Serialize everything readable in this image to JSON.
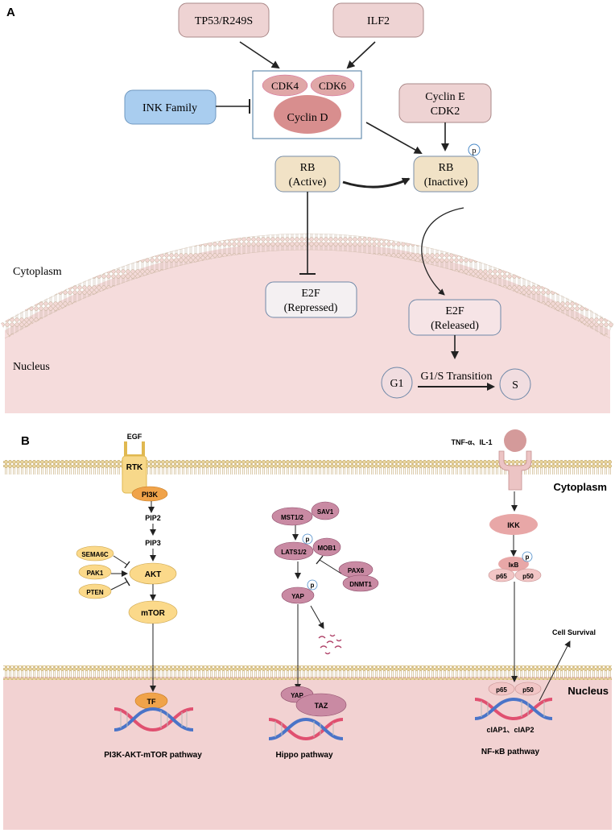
{
  "panel_a": {
    "label": "A",
    "tp53": "TP53/R249S",
    "ilf2": "ILF2",
    "cdk4": "CDK4",
    "cdk6": "CDK6",
    "cyclin_d": "Cyclin D",
    "ink": "INK Family",
    "cyclin_e_1": "Cyclin E",
    "cyclin_e_2": "CDK2",
    "p": "p",
    "rb_active_1": "RB",
    "rb_active_2": "(Active)",
    "rb_inactive_1": "RB",
    "rb_inactive_2": "(Inactive)",
    "cytoplasm": "Cytoplasm",
    "nucleus": "Nucleus",
    "e2f_rep_1": "E2F",
    "e2f_rep_2": "(Repressed)",
    "e2f_rel_1": "E2F",
    "e2f_rel_2": "(Released)",
    "g1": "G1",
    "transition": "G1/S Transition",
    "s": "S"
  },
  "panel_b": {
    "label": "B",
    "egf": "EGF",
    "rtk": "RTK",
    "pi3k": "PI3K",
    "pip2": "PIP2",
    "pip3": "PIP3",
    "sema6c": "SEMA6C",
    "pak1": "PAK1",
    "pten": "PTEN",
    "akt": "AKT",
    "mtor": "mTOR",
    "tf": "TF",
    "pi3k_pathway": "PI3K-AKT-mTOR pathway",
    "mst": "MST1/2",
    "sav1": "SAV1",
    "lats": "LATS1/2",
    "mob1": "MOB1",
    "pax6": "PAX6",
    "dnmt1": "DNMT1",
    "yap": "YAP",
    "yap_n": "YAP",
    "taz": "TAZ",
    "hippo_pathway": "Hippo pathway",
    "tnf": "TNF-α、IL-1",
    "cytoplasm": "Cytoplasm",
    "ikk": "IKK",
    "ikb": "IκB",
    "p65": "p65",
    "p50": "p50",
    "p65_n": "p65",
    "p50_n": "p50",
    "cell_survival": "Cell Survival",
    "nucleus": "Nucleus",
    "ciap": "cIAP1、cIAP2",
    "nfkb_pathway": "NF-κB pathway",
    "p": "p"
  },
  "colors": {
    "pink_box": "#eed3d3",
    "blue_box": "#a9cdef",
    "beige_box": "#f1e2c6",
    "orange_node": "#fbd98a",
    "mauve_node": "#c98aa3",
    "nucleus_bg": "#f2d2d2"
  }
}
